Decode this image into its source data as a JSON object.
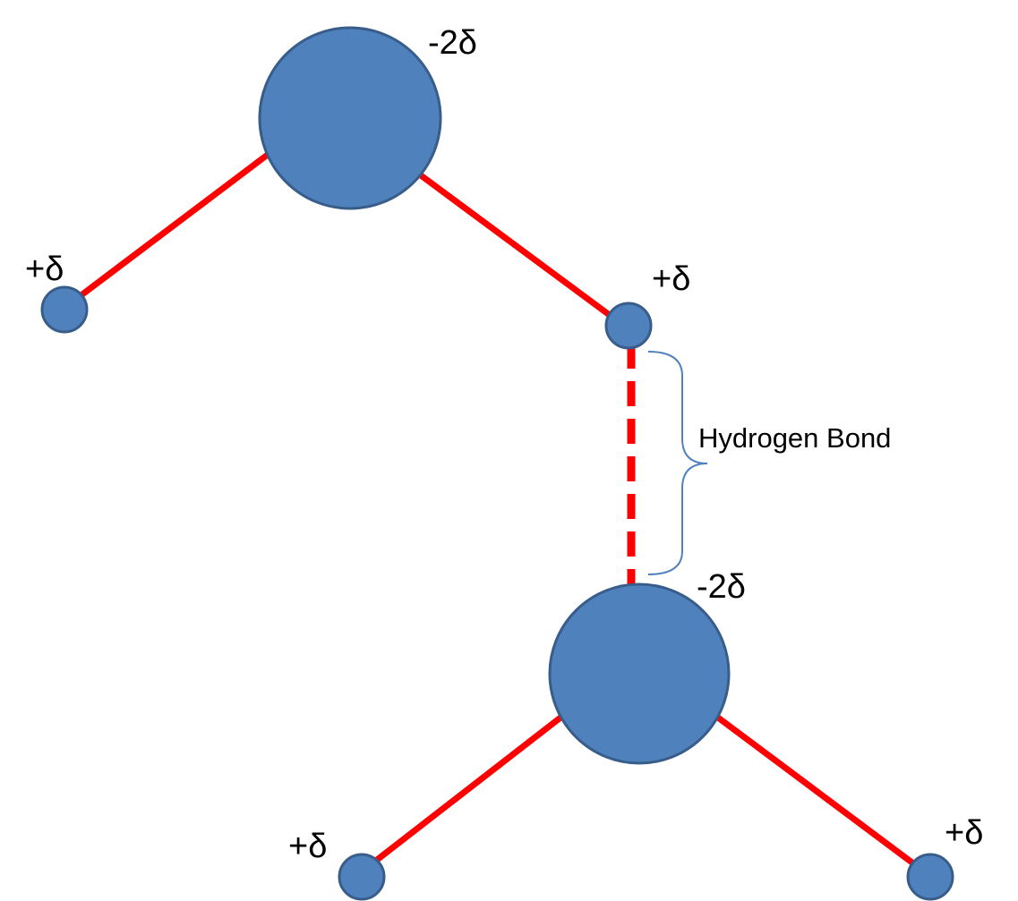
{
  "diagram": {
    "atoms": [
      {
        "name": "oxygen-top",
        "charge": "-2δ"
      },
      {
        "name": "hydrogen-top-left",
        "charge": "+δ"
      },
      {
        "name": "hydrogen-top-right",
        "charge": "+δ"
      },
      {
        "name": "oxygen-bottom",
        "charge": "-2δ"
      },
      {
        "name": "hydrogen-bottom-left",
        "charge": "+δ"
      },
      {
        "name": "hydrogen-bottom-right",
        "charge": "+δ"
      }
    ],
    "hydrogen_bond_label": "Hydrogen Bond",
    "colors": {
      "atom_fill": "#4f81bd",
      "atom_stroke": "#385d8a",
      "bond": "#ff0000",
      "brace": "#4f81bd"
    }
  }
}
